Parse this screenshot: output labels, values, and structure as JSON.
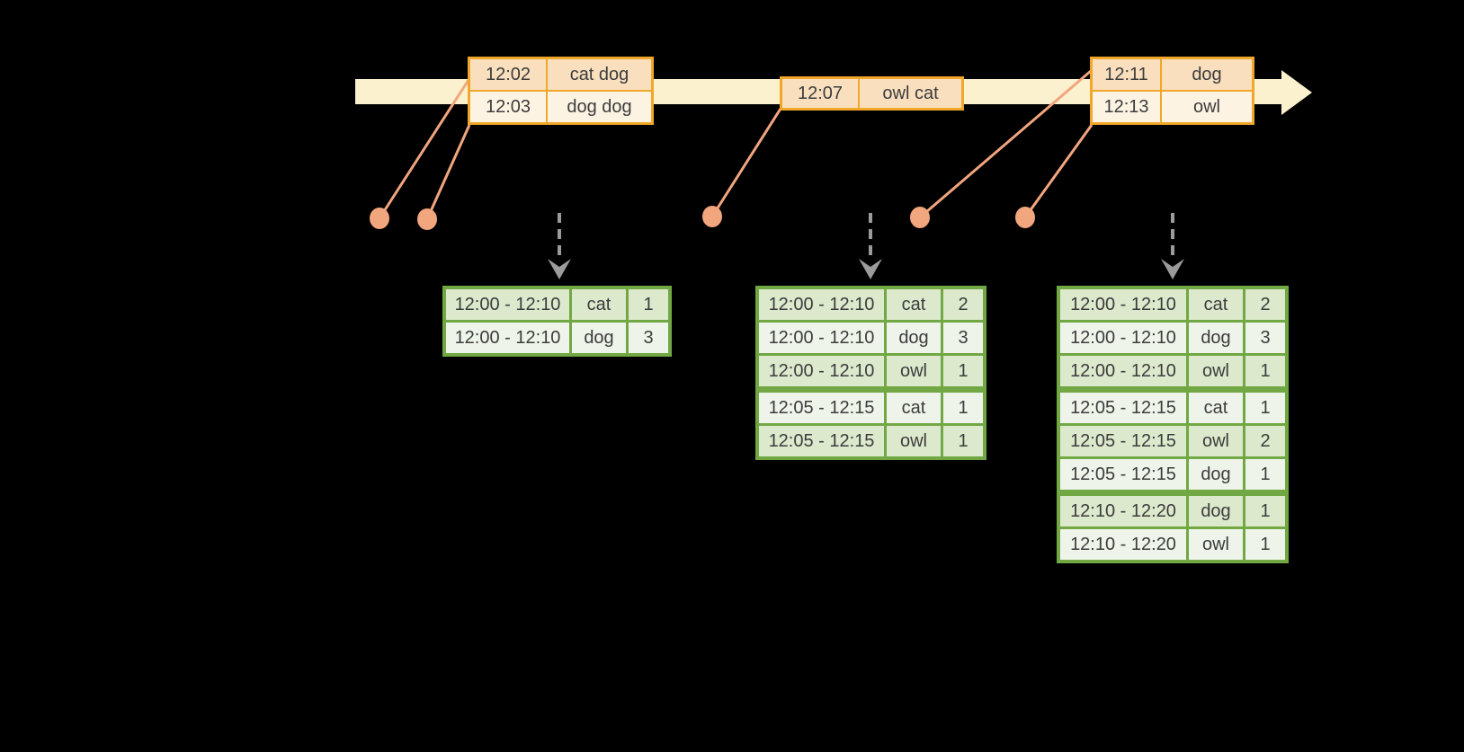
{
  "diagram_title": "windowed-word-count-timeline",
  "colors": {
    "background": "#000000",
    "timeline_band": "#FBF1CF",
    "event_border": "#F0A72A",
    "event_row_dark": "#F9DFBE",
    "event_row_light": "#FDF3E3",
    "connector_salmon": "#F2A67E",
    "arrow_gray": "#9B9B9B",
    "table_border_green": "#71A843",
    "table_row_dark": "#DCE9CD",
    "table_row_light": "#EFF4EA",
    "text": "#3C3C3C"
  },
  "timeline": {
    "event_boxes": [
      {
        "rows": [
          {
            "time": "12:02",
            "words": "cat dog"
          },
          {
            "time": "12:03",
            "words": "dog dog"
          }
        ]
      },
      {
        "rows": [
          {
            "time": "12:07",
            "words": "owl cat"
          }
        ]
      },
      {
        "rows": [
          {
            "time": "12:11",
            "words": "dog"
          },
          {
            "time": "12:13",
            "words": "owl"
          }
        ]
      }
    ]
  },
  "result_tables": [
    {
      "group_sizes": [
        2
      ],
      "rows": [
        {
          "window": "12:00 - 12:10",
          "word": "cat",
          "count": "1"
        },
        {
          "window": "12:00 - 12:10",
          "word": "dog",
          "count": "3"
        }
      ]
    },
    {
      "group_sizes": [
        3,
        2
      ],
      "rows": [
        {
          "window": "12:00 - 12:10",
          "word": "cat",
          "count": "2"
        },
        {
          "window": "12:00 - 12:10",
          "word": "dog",
          "count": "3"
        },
        {
          "window": "12:00 - 12:10",
          "word": "owl",
          "count": "1"
        },
        {
          "window": "12:05 - 12:15",
          "word": "cat",
          "count": "1"
        },
        {
          "window": "12:05 - 12:15",
          "word": "owl",
          "count": "1"
        }
      ]
    },
    {
      "group_sizes": [
        3,
        3,
        2
      ],
      "rows": [
        {
          "window": "12:00 - 12:10",
          "word": "cat",
          "count": "2"
        },
        {
          "window": "12:00 - 12:10",
          "word": "dog",
          "count": "3"
        },
        {
          "window": "12:00 - 12:10",
          "word": "owl",
          "count": "1"
        },
        {
          "window": "12:05 - 12:15",
          "word": "cat",
          "count": "1"
        },
        {
          "window": "12:05 - 12:15",
          "word": "owl",
          "count": "2"
        },
        {
          "window": "12:05 - 12:15",
          "word": "dog",
          "count": "1"
        },
        {
          "window": "12:10 - 12:20",
          "word": "dog",
          "count": "1"
        },
        {
          "window": "12:10 - 12:20",
          "word": "owl",
          "count": "1"
        }
      ]
    }
  ]
}
